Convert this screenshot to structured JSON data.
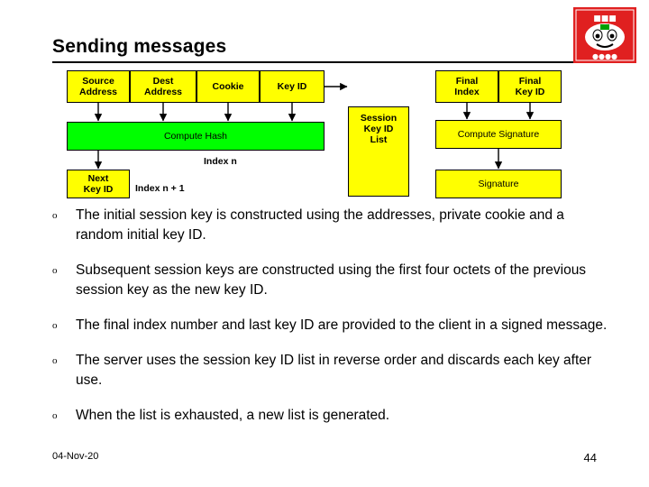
{
  "slide": {
    "title": "Sending messages",
    "footer_date": "04-Nov-20",
    "page_number": "44"
  },
  "diagram": {
    "boxes": {
      "source_address": "Source\nAddress",
      "dest_address": "Dest\nAddress",
      "cookie": "Cookie",
      "key_id": "Key ID",
      "final_index": "Final\nIndex",
      "final_key_id": "Final\nKey ID",
      "compute_hash": "Compute Hash",
      "session_key_id_list": "Session\nKey ID\nList",
      "compute_signature": "Compute Signature",
      "next_key_id": "Next\nKey ID",
      "signature": "Signature"
    },
    "labels": {
      "index_n": "Index n",
      "index_n_plus_1": "Index n + 1"
    },
    "colors": {
      "yellow": "#ffff00",
      "green": "#00ff00",
      "outline": "#000000"
    }
  },
  "bullets": [
    {
      "marker": "o",
      "text": "The initial session key is constructed using the addresses, private cookie and a random initial key ID."
    },
    {
      "marker": "o",
      "text": "Subsequent session keys are constructed using the first four octets of the previous session key as the new key ID."
    },
    {
      "marker": "o",
      "text": "The final index number and last key ID are provided to the client in a signed message."
    },
    {
      "marker": "o",
      "text": "The server uses the session key ID list in reverse order and discards each key after use."
    },
    {
      "marker": "o",
      "text": "When the list is exhausted, a new list is generated."
    }
  ]
}
